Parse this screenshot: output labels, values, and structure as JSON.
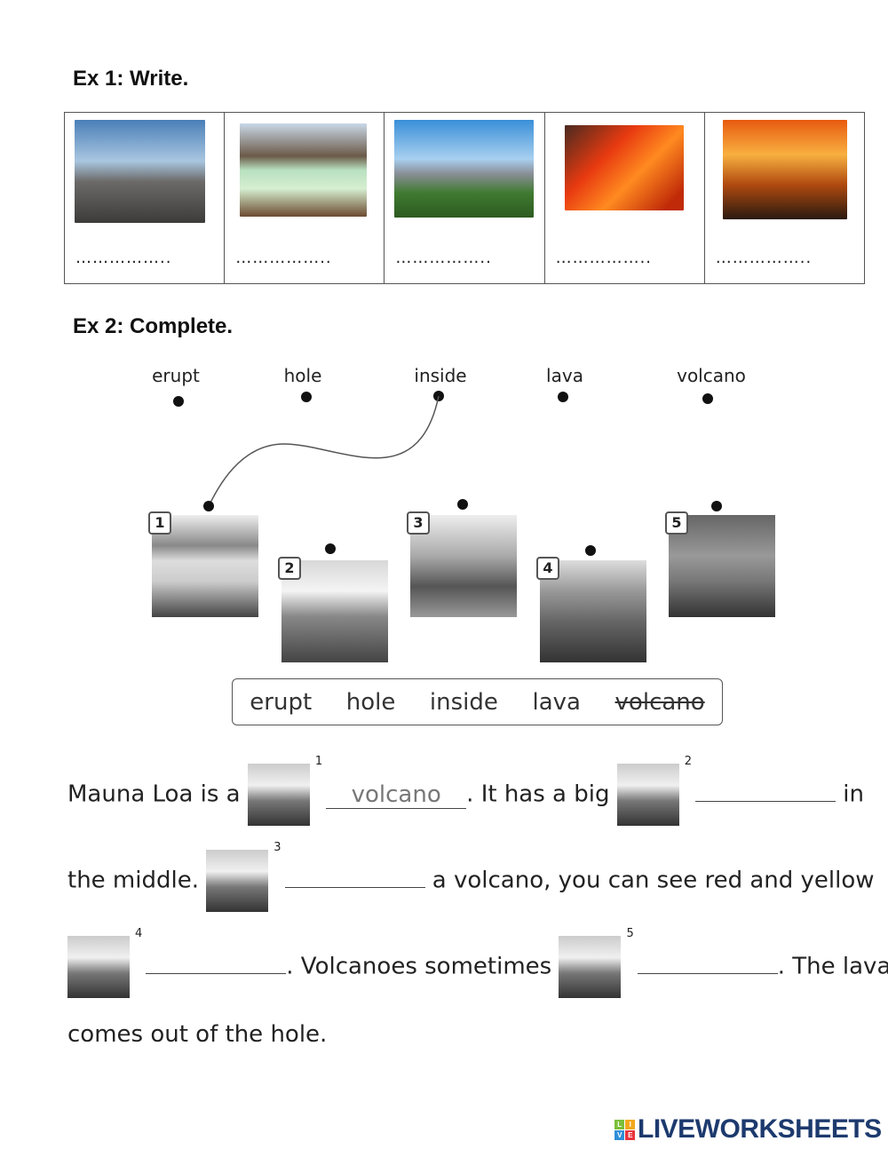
{
  "ex1": {
    "title": "Ex 1: Write.",
    "answers": [
      "……………..",
      "……………..",
      "……………..",
      "……………..",
      "…………….."
    ]
  },
  "ex2": {
    "title": "Ex 2: Complete.",
    "words": [
      "erupt",
      "hole",
      "inside",
      "lava",
      "volcano"
    ],
    "picture_numbers": [
      "1",
      "2",
      "3",
      "4",
      "5"
    ],
    "word_bank": [
      "erupt",
      "hole",
      "inside",
      "lava",
      "volcano"
    ],
    "text": {
      "l1a": "Mauna Loa is a",
      "n1": "1",
      "a1": "volcano",
      "l1b": ". It has a big",
      "n2": "2",
      "l1c": "in",
      "l2a": "the middle.",
      "n3": "3",
      "l2b": "a volcano, you can see red and yellow",
      "n4": "4",
      "l3a": ". Volcanoes sometimes",
      "n5": "5",
      "l3b": ". The lava",
      "l4": "comes out of the hole."
    }
  },
  "logo": {
    "text": "LIVEWORKSHEETS",
    "blocks": [
      "L",
      "I",
      "V",
      "E"
    ]
  }
}
